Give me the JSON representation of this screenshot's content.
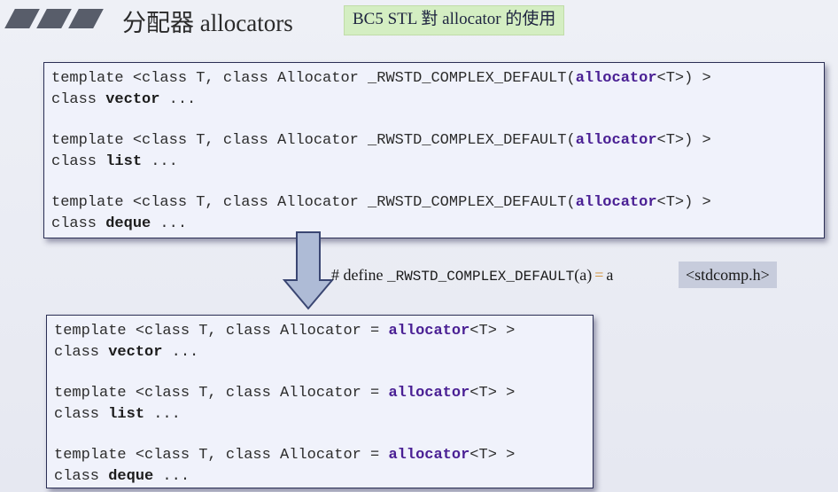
{
  "header": {
    "title": "分配器 allocators",
    "subtitle": "BC5 STL 對 allocator 的使用"
  },
  "box_original": {
    "vector": {
      "line1_prefix": "template <class T, class Allocator _RWSTD_COMPLEX_DEFAULT(",
      "line1_keyword": "allocator",
      "line1_suffix": "<T>) >",
      "line2_prefix": "class ",
      "line2_name": "vector",
      "line2_suffix": " ..."
    },
    "list": {
      "line1_prefix": "template <class T, class Allocator _RWSTD_COMPLEX_DEFAULT(",
      "line1_keyword": "allocator",
      "line1_suffix": "<T>) >",
      "line2_prefix": "class ",
      "line2_name": "list",
      "line2_suffix": " ..."
    },
    "deque": {
      "line1_prefix": "template <class T, class Allocator _RWSTD_COMPLEX_DEFAULT(",
      "line1_keyword": "allocator",
      "line1_suffix": "<T>) >",
      "line2_prefix": "class ",
      "line2_name": "deque",
      "line2_suffix": " ..."
    }
  },
  "define_note": {
    "prefix": "# define ",
    "macro": "_RWSTD_COMPLEX_DEFAULT",
    "arg": "(a)",
    "equals": "=",
    "value": "a",
    "header_file": "<stdcomp.h>"
  },
  "box_expanded": {
    "vector": {
      "line1_prefix": "template <class T, class Allocator = ",
      "line1_keyword": "allocator",
      "line1_suffix": "<T> >",
      "line2_prefix": "class ",
      "line2_name": "vector",
      "line2_suffix": " ..."
    },
    "list": {
      "line1_prefix": "template <class T, class Allocator = ",
      "line1_keyword": "allocator",
      "line1_suffix": "<T> >",
      "line2_prefix": "class ",
      "line2_name": "list",
      "line2_suffix": " ..."
    },
    "deque": {
      "line1_prefix": "template <class T, class Allocator = ",
      "line1_keyword": "allocator",
      "line1_suffix": "<T> >",
      "line2_prefix": "class ",
      "line2_name": "deque",
      "line2_suffix": " ..."
    }
  },
  "colors": {
    "keyword": "#4a2094",
    "subtitle_bg": "#d4eec2",
    "arrow_fill": "#aebbd6",
    "arrow_stroke": "#3a4672",
    "header_tag_bg": "#c7ccdc"
  }
}
